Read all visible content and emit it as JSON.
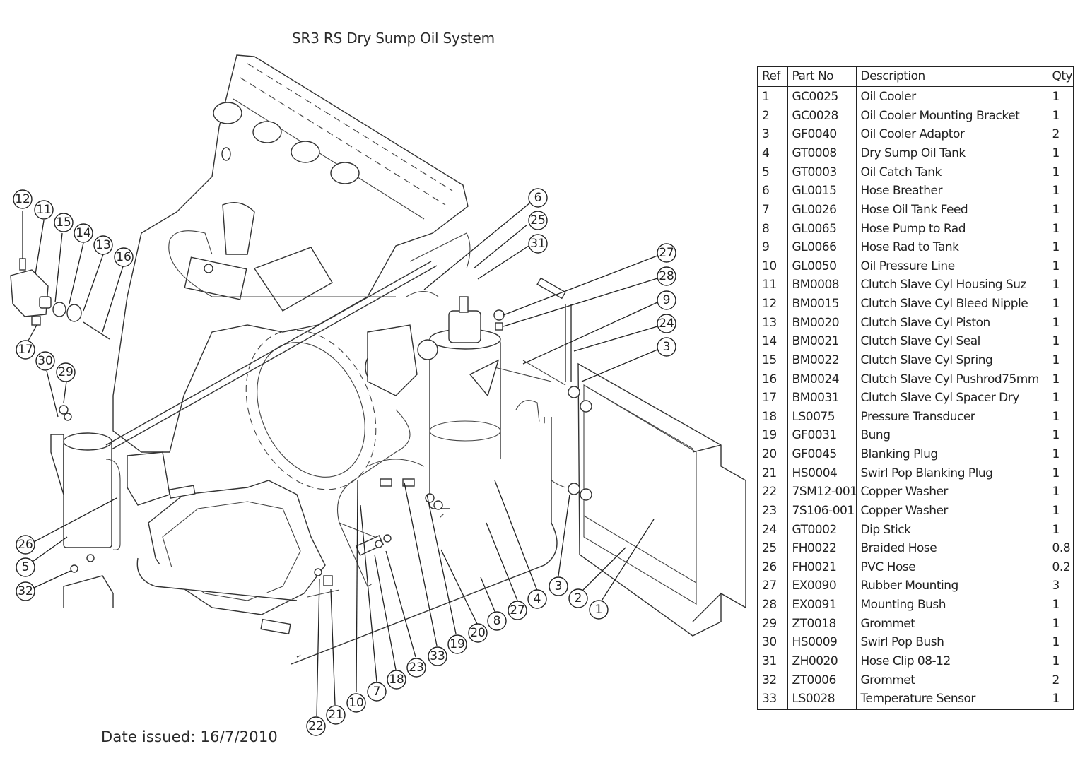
{
  "title": "SR3 RS Dry Sump Oil System",
  "date_issued": "Date issued: 16/7/2010",
  "parts_table": {
    "headers": {
      "ref": "Ref",
      "part_no": "Part No",
      "description": "Description",
      "qty": "Qty"
    },
    "rows": [
      {
        "ref": "1",
        "part_no": "GC0025",
        "description": "Oil Cooler",
        "qty": "1"
      },
      {
        "ref": "2",
        "part_no": "GC0028",
        "description": "Oil Cooler Mounting Bracket",
        "qty": "1"
      },
      {
        "ref": "3",
        "part_no": "GF0040",
        "description": "Oil Cooler Adaptor",
        "qty": "2"
      },
      {
        "ref": "4",
        "part_no": "GT0008",
        "description": "Dry Sump Oil Tank",
        "qty": "1"
      },
      {
        "ref": "5",
        "part_no": "GT0003",
        "description": "Oil Catch Tank",
        "qty": "1"
      },
      {
        "ref": "6",
        "part_no": "GL0015",
        "description": "Hose Breather",
        "qty": "1"
      },
      {
        "ref": "7",
        "part_no": "GL0026",
        "description": "Hose Oil Tank Feed",
        "qty": "1"
      },
      {
        "ref": "8",
        "part_no": "GL0065",
        "description": "Hose Pump to Rad",
        "qty": "1"
      },
      {
        "ref": "9",
        "part_no": "GL0066",
        "description": "Hose Rad to Tank",
        "qty": "1"
      },
      {
        "ref": "10",
        "part_no": "GL0050",
        "description": "Oil Pressure Line",
        "qty": "1"
      },
      {
        "ref": "11",
        "part_no": "BM0008",
        "description": "Clutch Slave Cyl Housing Suz",
        "qty": "1"
      },
      {
        "ref": "12",
        "part_no": "BM0015",
        "description": "Clutch Slave Cyl Bleed Nipple",
        "qty": "1"
      },
      {
        "ref": "13",
        "part_no": "BM0020",
        "description": "Clutch Slave Cyl Piston",
        "qty": "1"
      },
      {
        "ref": "14",
        "part_no": "BM0021",
        "description": "Clutch Slave Cyl Seal",
        "qty": "1"
      },
      {
        "ref": "15",
        "part_no": "BM0022",
        "description": "Clutch Slave Cyl Spring",
        "qty": "1"
      },
      {
        "ref": "16",
        "part_no": "BM0024",
        "description": "Clutch Slave Cyl Pushrod75mm",
        "qty": "1"
      },
      {
        "ref": "17",
        "part_no": "BM0031",
        "description": "Clutch Slave Cyl Spacer Dry",
        "qty": "1"
      },
      {
        "ref": "18",
        "part_no": "LS0075",
        "description": "Pressure Transducer",
        "qty": "1"
      },
      {
        "ref": "19",
        "part_no": "GF0031",
        "description": "Bung",
        "qty": "1"
      },
      {
        "ref": "20",
        "part_no": "GF0045",
        "description": "Blanking Plug",
        "qty": "1"
      },
      {
        "ref": "21",
        "part_no": "HS0004",
        "description": "Swirl Pop Blanking Plug",
        "qty": "1"
      },
      {
        "ref": "22",
        "part_no": "7SM12-001",
        "description": "Copper Washer",
        "qty": "1"
      },
      {
        "ref": "23",
        "part_no": "7S106-001",
        "description": "Copper Washer",
        "qty": "1"
      },
      {
        "ref": "24",
        "part_no": "GT0002",
        "description": "Dip Stick",
        "qty": "1"
      },
      {
        "ref": "25",
        "part_no": "FH0022",
        "description": "Braided Hose",
        "qty": "0.8"
      },
      {
        "ref": "26",
        "part_no": "FH0021",
        "description": "PVC Hose",
        "qty": "0.2"
      },
      {
        "ref": "27",
        "part_no": "EX0090",
        "description": "Rubber Mounting",
        "qty": "3"
      },
      {
        "ref": "28",
        "part_no": "EX0091",
        "description": "Mounting Bush",
        "qty": "1"
      },
      {
        "ref": "29",
        "part_no": "ZT0018",
        "description": "Grommet",
        "qty": "1"
      },
      {
        "ref": "30",
        "part_no": "HS0009",
        "description": "Swirl Pop Bush",
        "qty": "1"
      },
      {
        "ref": "31",
        "part_no": "ZH0020",
        "description": "Hose Clip 08-12",
        "qty": "1"
      },
      {
        "ref": "32",
        "part_no": "ZT0006",
        "description": "Grommet",
        "qty": "2"
      },
      {
        "ref": "33",
        "part_no": "LS0028",
        "description": "Temperature Sensor",
        "qty": "1"
      }
    ]
  },
  "callouts": [
    "1",
    "2",
    "3",
    "3",
    "4",
    "5",
    "6",
    "7",
    "8",
    "9",
    "10",
    "11",
    "12",
    "13",
    "14",
    "15",
    "16",
    "17",
    "18",
    "19",
    "20",
    "21",
    "22",
    "23",
    "24",
    "25",
    "26",
    "27",
    "27",
    "28",
    "29",
    "30",
    "31",
    "32",
    "33"
  ]
}
